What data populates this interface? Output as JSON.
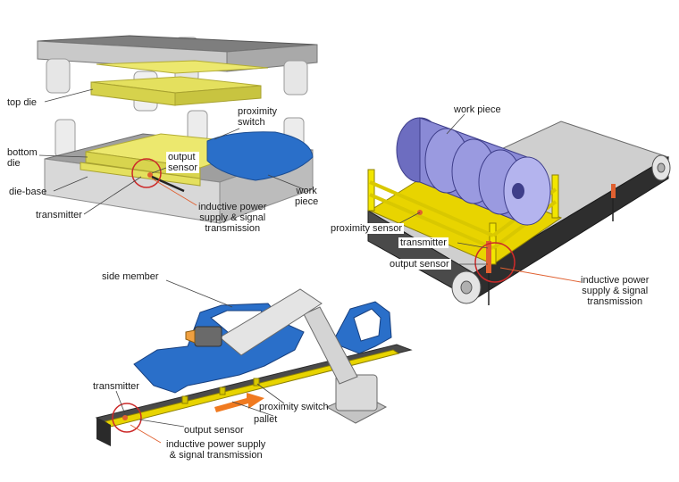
{
  "diagrams": {
    "press": {
      "labels": {
        "top_die": "top die",
        "proximity_switch": "proximity\nswitch",
        "bottom_die": "bottom\ndie",
        "output_sensor": "output\nsensor",
        "die_base": "die-base",
        "work_piece": "work\npiece",
        "transmitter": "transmitter",
        "inductive": "inductive power\nsupply & signal\ntransmission"
      }
    },
    "conveyor": {
      "labels": {
        "work_piece": "work piece",
        "proximity_sensor": "proximity sensor",
        "transmitter": "transmitter",
        "output_sensor": "output sensor",
        "inductive": "inductive power\nsupply & signal\ntransmission"
      }
    },
    "car_line": {
      "labels": {
        "side_member": "side member",
        "transmitter": "transmitter",
        "proximity_switch": "proximity switch",
        "pallet": "pallet",
        "output_sensor": "output sensor",
        "inductive": "inductive power supply\n& signal transmission"
      }
    }
  },
  "colors": {
    "die_yellow": "#e8e36a",
    "bright_yellow": "#f2e600",
    "work_blue": "#2a6fc9",
    "drum_violet": "#8a8ad6",
    "steel_gray": "#c8c8c8",
    "belt_dark": "#3a3a3a",
    "leader_orange": "#e06030",
    "circle_red": "#cc2a2a"
  }
}
